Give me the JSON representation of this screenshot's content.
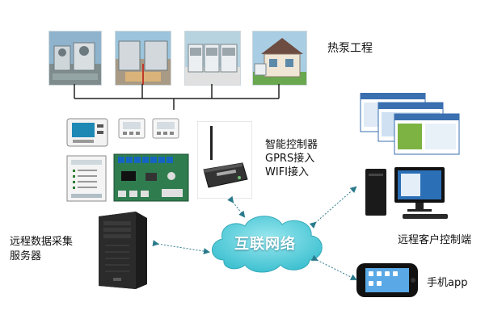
{
  "labels": {
    "heat_pump_project": "热泵工程",
    "smart_controller_line1": "智能控制器",
    "smart_controller_line2": "GPRS接入",
    "smart_controller_line3": "WIFI接入",
    "internet": "互联网络",
    "remote_server_line1": "远程数据采集",
    "remote_server_line2": "服务器",
    "remote_client": "远程客户控制端",
    "mobile_app": "手机app"
  },
  "colors": {
    "cloud_fill": "#5fd3df",
    "arrow": "#2a7a8c",
    "bus_line": "#222222",
    "pcb_green": "#2f7d4f"
  },
  "icons": {
    "site_photos": [
      "rooftop-units-photo",
      "rooftop-units-photo",
      "rooftop-units-photo",
      "house-with-unit-photo"
    ],
    "controller_devices": [
      "display-panel-icon",
      "thermostat-icon",
      "thermostat-icon",
      "control-module-icon",
      "pcb-board-icon",
      "gprs-modem-icon"
    ],
    "server": "tower-server-icon",
    "client": "desktop-computer-icon",
    "mobile": "smartphone-icon"
  }
}
